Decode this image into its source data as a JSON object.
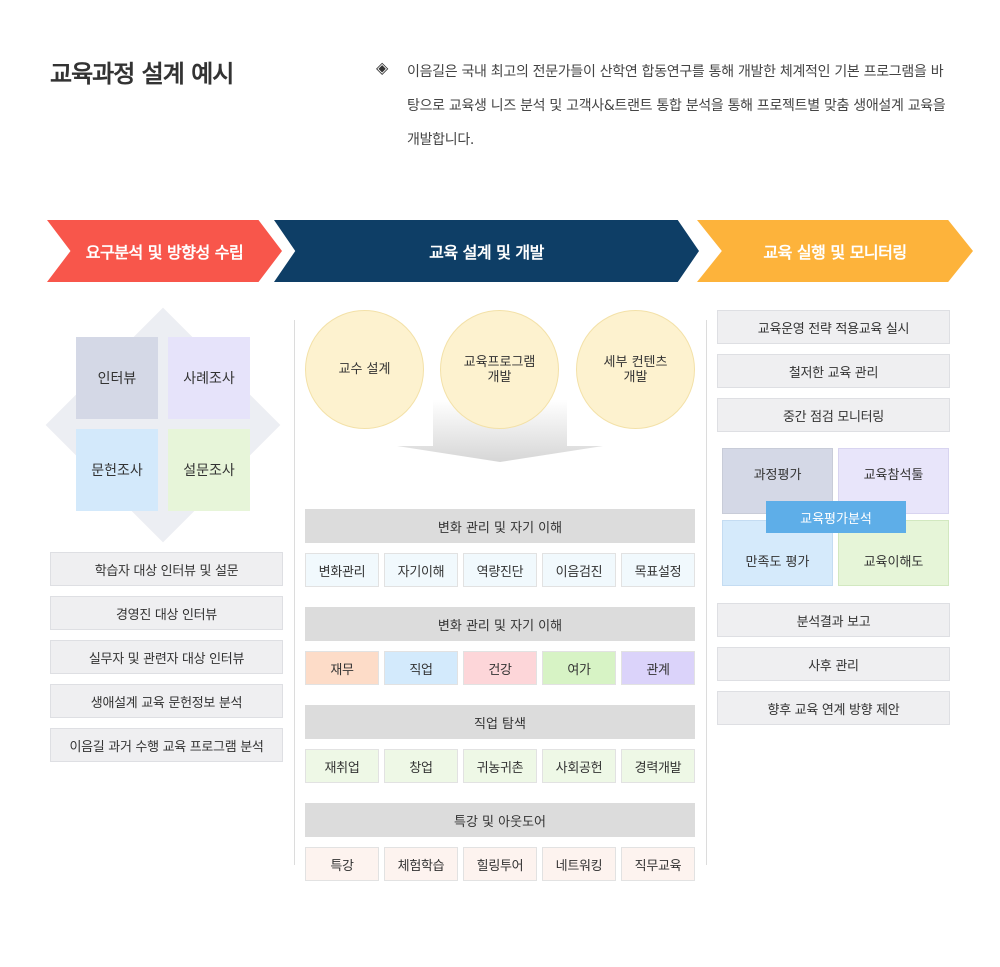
{
  "header": {
    "title": "교육과정 설계 예시",
    "intro_icon": "diamond-bullet-icon",
    "intro_bullet": "◈",
    "intro": "이음길은 국내 최고의 전문가들이 산학연 합동연구를 통해 개발한 체계적인 기본 프로그램을 바탕으로 교육생 니즈 분석 및 고객사&트랜트 통합 분석을 통해 프로젝트별 맞춤 생애설계 교육을 개발합니다."
  },
  "phases": [
    {
      "label": "요구분석 및 방향성 수립",
      "color": "#f8564b"
    },
    {
      "label": "교육 설계 및 개발",
      "color": "#0e3e66"
    },
    {
      "label": "교육 실행 및 모니터링",
      "color": "#fdb33b"
    }
  ],
  "left": {
    "quadrants": [
      "인터뷰",
      "사례조사",
      "문헌조사",
      "설문조사"
    ],
    "items": [
      "학습자 대상 인터뷰 및 설문",
      "경영진 대상 인터뷰",
      "실무자 및 관련자 대상 인터뷰",
      "생애설계 교육 문헌정보 분석",
      "이음길 과거 수행 교육 프로그램 분석"
    ]
  },
  "middle": {
    "circles": [
      {
        "line1": "교수 설계",
        "line2": ""
      },
      {
        "line1": "교육프로그램",
        "line2": "개발"
      },
      {
        "line1": "세부 컨텐츠",
        "line2": "개발"
      }
    ],
    "groups": [
      {
        "title": "변화 관리 및 자기 이해",
        "cells": [
          "변화관리",
          "자기이해",
          "역량진단",
          "이음검진",
          "목표설정"
        ],
        "colors": [
          "#f1f9fd",
          "#f1f9fd",
          "#f1f9fd",
          "#f1f9fd",
          "#f1f9fd"
        ]
      },
      {
        "title": "변화 관리 및 자기 이해",
        "cells": [
          "재무",
          "직업",
          "건강",
          "여가",
          "관계"
        ],
        "colors": [
          "#fddcc8",
          "#d3eafc",
          "#fdd6d9",
          "#d7f3c5",
          "#dbd3fa"
        ]
      },
      {
        "title": "직업 탐색",
        "cells": [
          "재취업",
          "창업",
          "귀농귀촌",
          "사회공헌",
          "경력개발"
        ],
        "colors": [
          "#eef8e6",
          "#eef8e6",
          "#eef8e6",
          "#eef8e6",
          "#eef8e6"
        ]
      },
      {
        "title": "특강 및 아웃도어",
        "cells": [
          "특강",
          "체험학습",
          "힐링투어",
          "네트워킹",
          "직무교육"
        ],
        "colors": [
          "#fdf3ef",
          "#fdf3ef",
          "#fdf3ef",
          "#fdf3ef",
          "#fdf3ef"
        ]
      }
    ]
  },
  "right": {
    "top_items": [
      "교육운영 전략 적용교육 실시",
      "철저한 교육 관리",
      "중간 점검 모니터링"
    ],
    "eval": {
      "quadrants": [
        "과정평가",
        "교육참석툴",
        "만족도 평가",
        "교육이해도"
      ],
      "center": "교육평가분석"
    },
    "bottom_items": [
      "분석결과 보고",
      "사후 관리",
      "향후 교육 연계 방향 제안"
    ]
  }
}
